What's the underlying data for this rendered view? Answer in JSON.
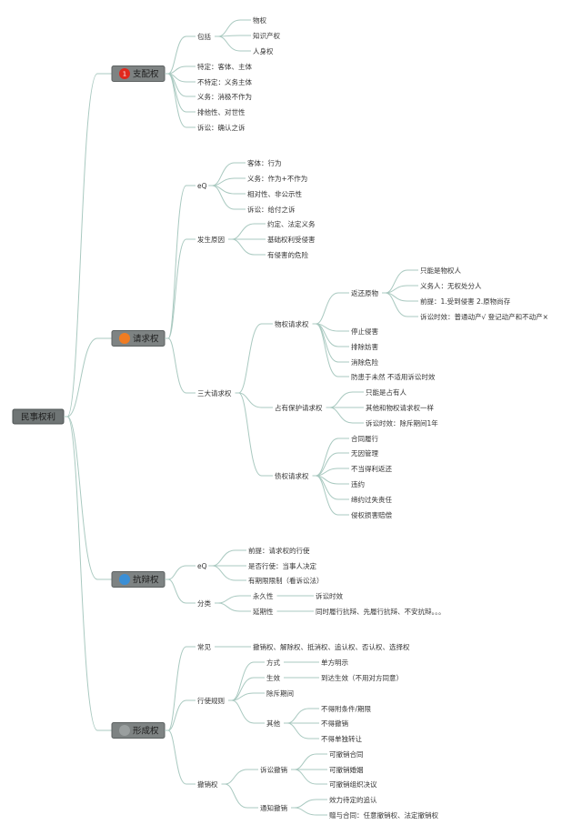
{
  "root": {
    "label": "民事权利"
  },
  "branches": [
    {
      "label": "支配权",
      "badge": "1",
      "badge_color": "#e0281c",
      "children": [
        {
          "label": "包括",
          "children": [
            {
              "label": "物权"
            },
            {
              "label": "知识产权"
            },
            {
              "label": "人身权"
            }
          ]
        },
        {
          "label": "特定：客体、主体"
        },
        {
          "label": "不特定：义务主体"
        },
        {
          "label": "义务：消极不作为"
        },
        {
          "label": "排他性、对世性"
        },
        {
          "label": "诉讼：确认之诉"
        }
      ]
    },
    {
      "label": "请求权",
      "badge": "",
      "badge_color": "#f07c22",
      "children": [
        {
          "label": "eQ",
          "children": [
            {
              "label": "客体：行为"
            },
            {
              "label": "义务：作为+不作为"
            },
            {
              "label": "相对性、非公示性"
            },
            {
              "label": "诉讼：给付之诉"
            }
          ]
        },
        {
          "label": "发生原因",
          "children": [
            {
              "label": "约定、法定义务"
            },
            {
              "label": "基础权利受侵害"
            },
            {
              "label": "有侵害的危险"
            }
          ]
        },
        {
          "label": "三大请求权",
          "children": [
            {
              "label": "物权请求权",
              "children": [
                {
                  "label": "返还原物",
                  "children": [
                    {
                      "label": "只能是物权人"
                    },
                    {
                      "label": "义务人：无权处分人"
                    },
                    {
                      "label": "前提：1.受到侵害 2.原物尚存"
                    },
                    {
                      "label": "诉讼时效：普通动产√ 登记动产和不动产×"
                    }
                  ]
                },
                {
                  "label": "停止侵害"
                },
                {
                  "label": "排除妨害"
                },
                {
                  "label": "消除危险"
                },
                {
                  "label": "防患于未然 不适用诉讼时效"
                }
              ]
            },
            {
              "label": "占有保护请求权",
              "children": [
                {
                  "label": "只能是占有人"
                },
                {
                  "label": "其他和物权请求权一样"
                },
                {
                  "label": "诉讼时效：除斥期间1年"
                }
              ]
            },
            {
              "label": "债权请求权",
              "children": [
                {
                  "label": "合同履行"
                },
                {
                  "label": "无因管理"
                },
                {
                  "label": "不当得利返还"
                },
                {
                  "label": "违约"
                },
                {
                  "label": "缔约过失责任"
                },
                {
                  "label": "侵权损害赔偿"
                }
              ]
            }
          ]
        }
      ]
    },
    {
      "label": "抗辩权",
      "badge": "",
      "badge_color": "#3b8fd6",
      "children": [
        {
          "label": "eQ",
          "children": [
            {
              "label": "前提：请求权的行使"
            },
            {
              "label": "是否行使：当事人决定"
            },
            {
              "label": "有期限限制（看诉讼法）"
            }
          ]
        },
        {
          "label": "分类",
          "children": [
            {
              "label": "永久性",
              "children": [
                {
                  "label": "诉讼时效"
                }
              ]
            },
            {
              "label": "延期性",
              "children": [
                {
                  "label": "同时履行抗辩、先履行抗辩、不安抗辩。。。"
                }
              ]
            }
          ]
        }
      ]
    },
    {
      "label": "形成权",
      "badge": "",
      "badge_color": "#9a9f9f",
      "children": [
        {
          "label": "常见",
          "children": [
            {
              "label": "撤销权、解除权、抵消权、追认权、否认权、选择权"
            }
          ]
        },
        {
          "label": "行使规则",
          "children": [
            {
              "label": "方式",
              "children": [
                {
                  "label": "单方明示"
                }
              ]
            },
            {
              "label": "生效",
              "children": [
                {
                  "label": "到达生效（不用对方同意）"
                }
              ]
            },
            {
              "label": "除斥期间"
            },
            {
              "label": "其他",
              "children": [
                {
                  "label": "不得附条件/期限"
                },
                {
                  "label": "不得撤销"
                },
                {
                  "label": "不得单独转让"
                }
              ]
            }
          ]
        },
        {
          "label": "撤销权",
          "children": [
            {
              "label": "诉讼撤销",
              "children": [
                {
                  "label": "可撤销合同"
                },
                {
                  "label": "可撤销婚姻"
                },
                {
                  "label": "可撤销组织决议"
                }
              ]
            },
            {
              "label": "通知撤销",
              "children": [
                {
                  "label": "效力待定的追认"
                },
                {
                  "label": "赠与合同：任意撤销权、法定撤销权"
                }
              ]
            }
          ]
        }
      ]
    }
  ]
}
